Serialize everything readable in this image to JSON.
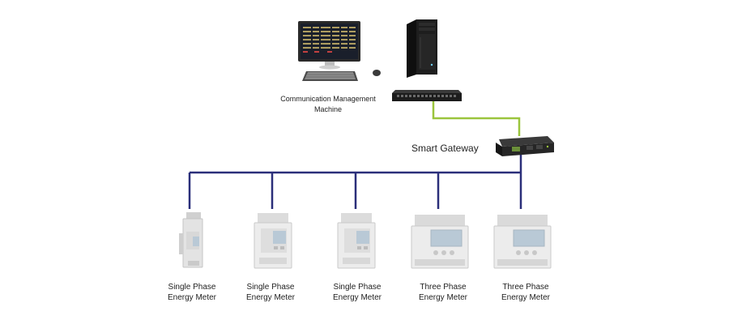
{
  "diagram": {
    "management_label": [
      "Communication Management",
      "Machine"
    ],
    "gateway_label": "Smart Gateway",
    "meters": [
      {
        "line1": "Single Phase",
        "line2": "Energy Meter",
        "kind": "single-din-1"
      },
      {
        "line1": "Single Phase",
        "line2": "Energy Meter",
        "kind": "single-din-2"
      },
      {
        "line1": "Single Phase",
        "line2": "Energy Meter",
        "kind": "single-din-2"
      },
      {
        "line1": "Three Phase",
        "line2": "Energy Meter",
        "kind": "three-din"
      },
      {
        "line1": "Three Phase",
        "line2": "Energy Meter",
        "kind": "three-din"
      }
    ],
    "colors": {
      "bus_line": "#2b2f7a",
      "ethernet_line": "#9bc53d",
      "device_dark": "#1b1b1b",
      "meter_body": "#e9e9e9",
      "meter_screen": "#b9c9d6"
    },
    "icons": [
      "monitor-icon",
      "keyboard-icon",
      "mouse-icon",
      "server-tower-icon",
      "network-switch-icon",
      "gateway-device-icon",
      "energy-meter-icon"
    ]
  }
}
